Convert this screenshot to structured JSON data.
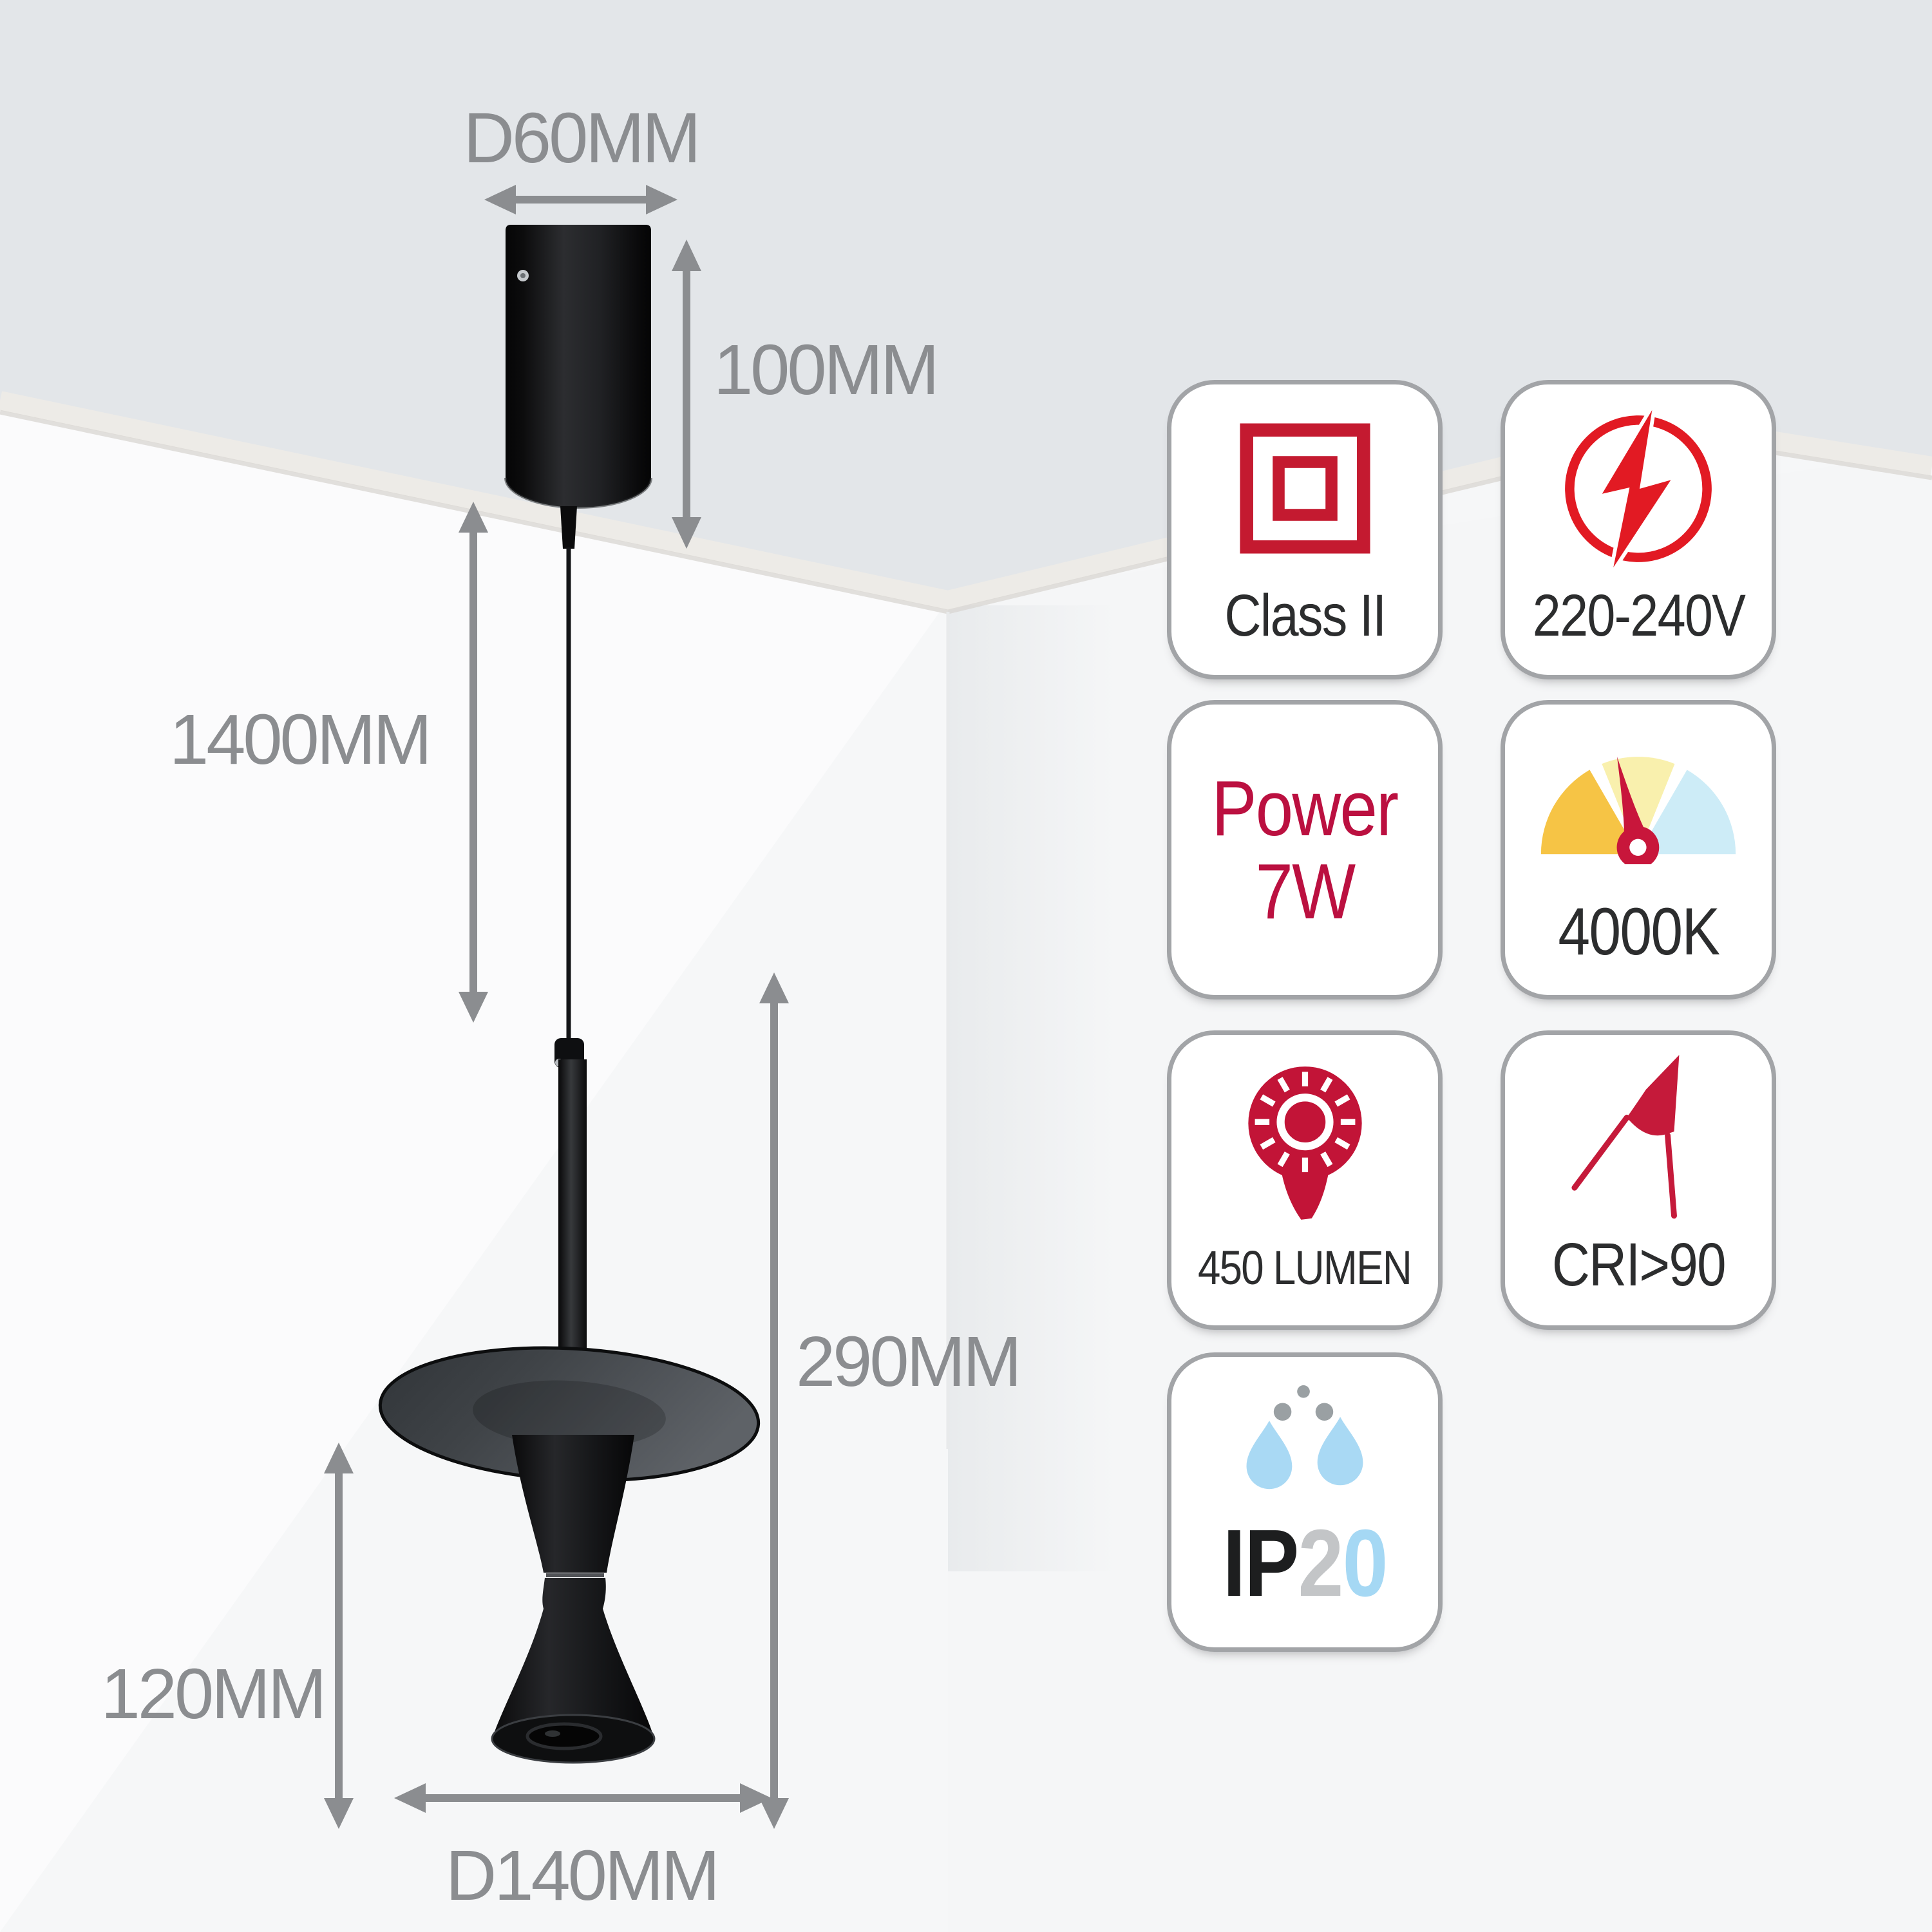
{
  "diagram": {
    "canopy_diameter": "D60MM",
    "canopy_height": "100MM",
    "suspension_length": "1400MM",
    "pendant_height": "290MM",
    "shade_height": "120MM",
    "shade_diameter": "D140MM"
  },
  "badges": {
    "insulation": {
      "label": "Class II",
      "icon": "class-ii-double-square-icon"
    },
    "voltage": {
      "label": "220-240V",
      "icon": "lightning-circle-icon"
    },
    "power": {
      "line1": "Power",
      "line2": "7W"
    },
    "color_temperature": {
      "label": "4000K",
      "icon": "temperature-gauge-icon"
    },
    "luminous_flux": {
      "label": "450 LUMEN",
      "icon": "bulb-rays-icon"
    },
    "color_rendering": {
      "label": "CRI>90",
      "icon": "reflection-angle-icon"
    },
    "ingress_protection": {
      "prefix": "IP",
      "digit_dust": "2",
      "digit_water": "0",
      "icon": "water-drops-icon"
    }
  },
  "colors": {
    "crimson_accent": "#c0143c",
    "red_accent": "#e21a23",
    "gauge_warm_yellow": "#f6c445",
    "gauge_neutral_cream": "#f9f0ad",
    "gauge_cool_blue": "#cdecf7",
    "water_drop_blue": "#a9d9f4",
    "dimension_gray": "#8b8d90",
    "ceiling_gray": "#e3e6e9",
    "badge_border_gray": "#a2a4a7",
    "label_dark": "#2c2d2e",
    "fixture_black": "#131416"
  }
}
